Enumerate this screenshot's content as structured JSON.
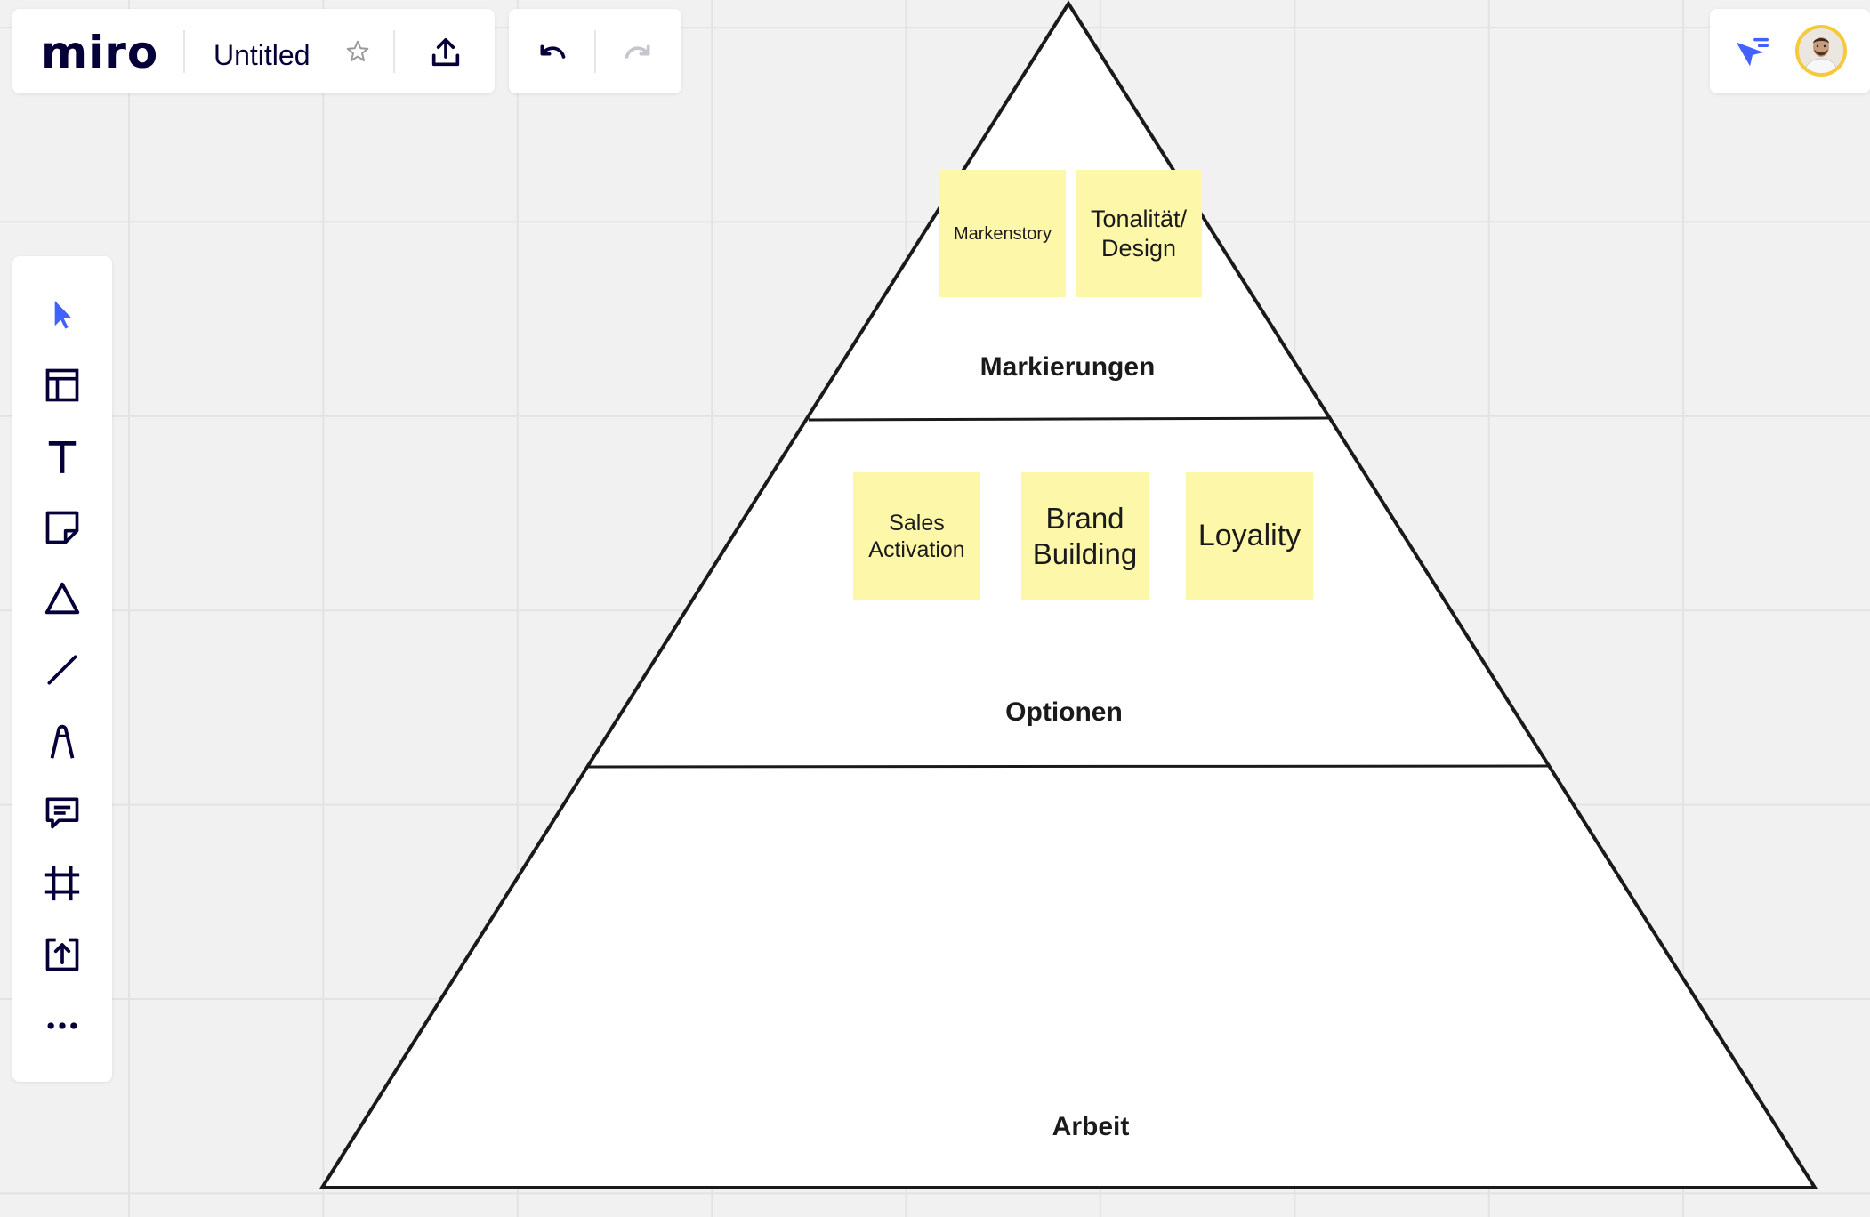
{
  "app": {
    "logo_text": "miro",
    "board_title": "Untitled"
  },
  "topbar": {
    "icons": [
      "star-icon",
      "upload-icon",
      "undo-icon",
      "redo-icon",
      "cursor-follow-icon",
      "user-avatar"
    ],
    "redo_enabled": false
  },
  "toolbar": {
    "tools": [
      "select",
      "templates",
      "text",
      "sticky-note",
      "shapes",
      "line",
      "pen",
      "comment",
      "frame",
      "upload",
      "more"
    ],
    "active_tool": "select",
    "accent_color": "#4262ff"
  },
  "board": {
    "layers": {
      "top": "Markierungen",
      "middle": "Optionen",
      "bottom": "Arbeit"
    },
    "stickies": {
      "markenstory": "Markenstory",
      "tonalitaet": "Tonalität/ Design",
      "sales_activation": "Sales Activation",
      "brand_building": "Brand Building",
      "loyality": "Loyality"
    },
    "sticky_color": "#fdf7a9"
  }
}
